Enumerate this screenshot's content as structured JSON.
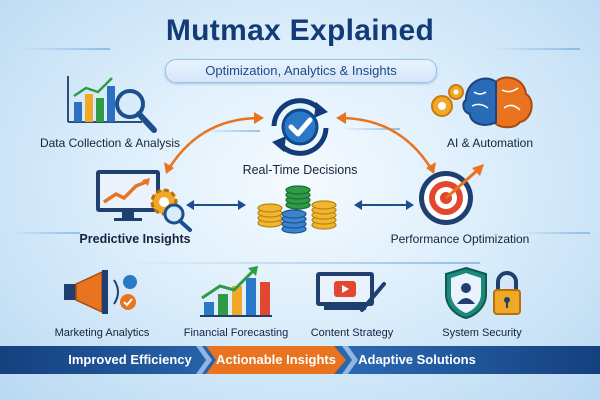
{
  "header": {
    "title": "Mutmax Explained",
    "subtitle": "Optimization, Analytics & Insights"
  },
  "features": {
    "data_collection": "Data Collection & Analysis",
    "ai_automation": "AI & Automation",
    "realtime": "Real-Time Decisions",
    "predictive": "Predictive Insights",
    "performance": "Performance Optimization"
  },
  "applications": {
    "marketing": "Marketing Analytics",
    "financial": "Financial Forecasting",
    "content": "Content Strategy",
    "security": "System Security"
  },
  "banner": {
    "efficiency": "Improved Efficiency",
    "actionable": "Actionable Insights",
    "adaptive": "Adaptive Solutions"
  },
  "colors": {
    "navy": "#123b77",
    "accent_orange": "#e9731f",
    "teal": "#1c8a7b",
    "gold": "#d8a429",
    "green": "#2f9b46"
  }
}
